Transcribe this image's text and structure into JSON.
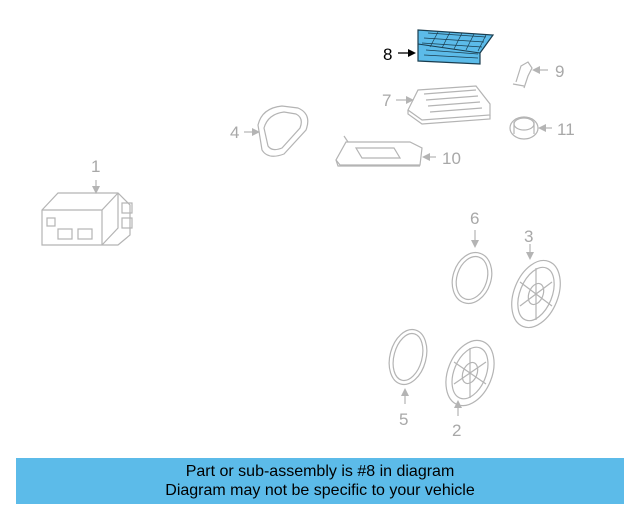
{
  "diagram": {
    "highlighted_part": "8",
    "highlight_color": "#5cbbe9",
    "callouts": [
      "1",
      "2",
      "3",
      "4",
      "5",
      "6",
      "7",
      "8",
      "9",
      "10",
      "11"
    ]
  },
  "banner": {
    "line1": "Part or sub-assembly is #8 in diagram",
    "line2": "Diagram may not be specific to your vehicle",
    "background": "#5cbbe9"
  }
}
